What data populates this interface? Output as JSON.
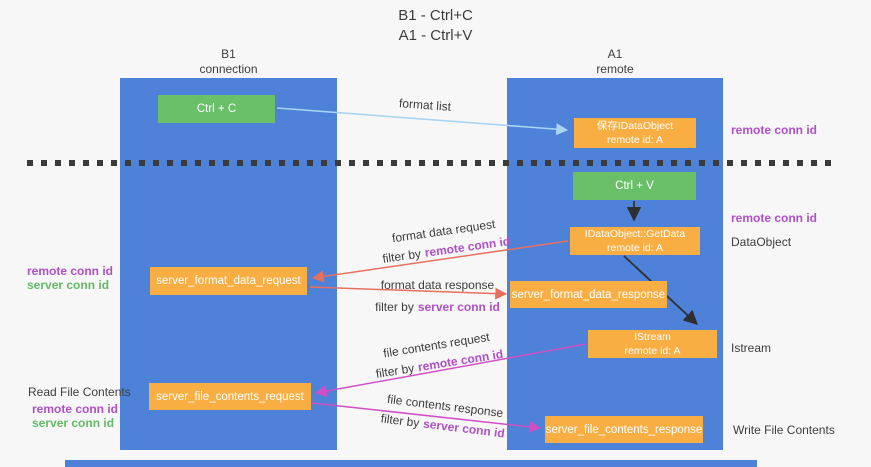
{
  "title": {
    "line1": "B1 - Ctrl+C",
    "line2": "A1 - Ctrl+V"
  },
  "lanes": {
    "left": {
      "title": "B1",
      "subtitle": "connection"
    },
    "right": {
      "title": "A1",
      "subtitle": "remote"
    }
  },
  "nodes": {
    "ctrl_c": {
      "label": "Ctrl + C"
    },
    "ctrl_v": {
      "label": "Ctrl + V"
    },
    "save_idataobject": {
      "line1": "保存IDataObject",
      "line2": "remote id: A"
    },
    "getdata": {
      "line1": "IDataObject::GetData",
      "line2": "remote id: A"
    },
    "istream": {
      "line1": "IStream",
      "line2": "remote id: A"
    },
    "server_format_data_request": {
      "label": "server_format_data_request"
    },
    "server_format_data_response": {
      "label": "server_format_data_response"
    },
    "server_file_contents_request": {
      "label": "server_file_contents_request"
    },
    "server_file_contents_response": {
      "label": "server_file_contents_response"
    }
  },
  "flow_labels": {
    "format_list": "format list",
    "format_data_request": {
      "title": "format data request",
      "filter_prefix": "filter by",
      "filter_key": "remote conn id"
    },
    "format_data_response": {
      "title": "format data response",
      "filter_prefix": "filter by",
      "filter_key": "server conn id"
    },
    "file_contents_request": {
      "title": "file contents request",
      "filter_prefix": "filter by",
      "filter_key": "remote conn id"
    },
    "file_contents_response": {
      "title": "file contents response",
      "filter_prefix": "filter by",
      "filter_key": "server conn id"
    }
  },
  "side_labels": {
    "right": {
      "remote_conn_id_top": "remote conn id",
      "remote_conn_id_mid": "remote conn id",
      "dataobject": "DataObject",
      "istream": "Istream",
      "write_file_contents": "Write File Contents"
    },
    "left": {
      "remote_conn_id_1": "remote conn id",
      "server_conn_id_1": "server conn id",
      "read_file_contents": "Read File Contents",
      "remote_conn_id_2": "remote conn id",
      "server_conn_id_2": "server conn id"
    }
  },
  "colors": {
    "lane_blue": "#4d82d8",
    "node_orange": "#f9ae44",
    "node_green": "#6abf69",
    "highlight_purple": "#b04fc7",
    "highlight_green": "#63bb66",
    "arrow_salmon": "#e8705f",
    "arrow_magenta": "#d14fc6",
    "arrow_lightblue": "#a9d4f2",
    "arrow_black": "#2f2f2f",
    "dash_line": "#3b3b3b",
    "text_dark": "#3d3d3d",
    "background": "#f7f7f8"
  }
}
